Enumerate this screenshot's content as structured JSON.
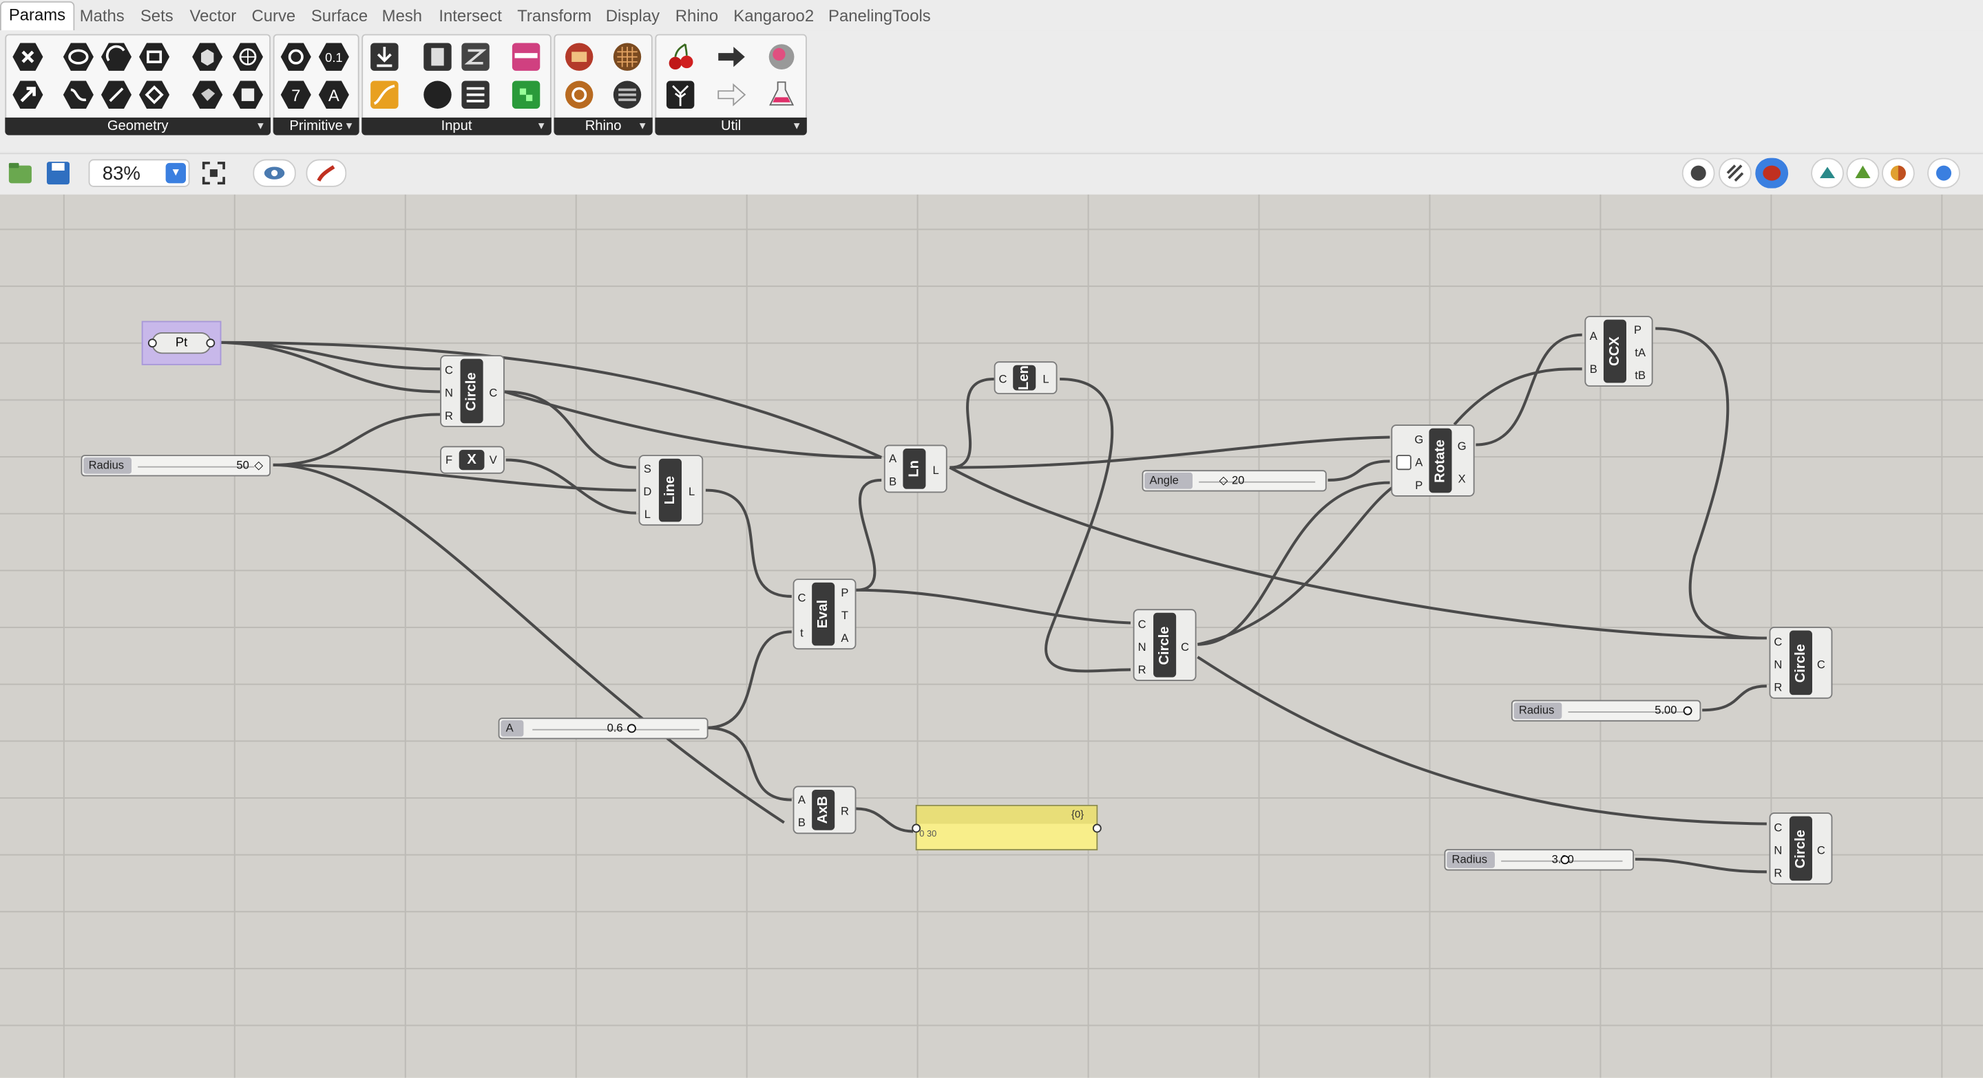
{
  "tabs": [
    "Params",
    "Maths",
    "Sets",
    "Vector",
    "Curve",
    "Surface",
    "Mesh",
    "Intersect",
    "Transform",
    "Display",
    "Rhino",
    "Kangaroo2",
    "PanelingTools"
  ],
  "ribbon_groups": [
    "Geometry",
    "Primitive",
    "Input",
    "Rhino",
    "Util"
  ],
  "toolbar": {
    "zoom": "83%"
  },
  "components": {
    "pt": {
      "label": "Pt"
    },
    "circle1": {
      "name": "Circle",
      "inputs": [
        "C",
        "N",
        "R"
      ],
      "outputs": [
        "C"
      ]
    },
    "x_expr": {
      "name": "X",
      "in": "F",
      "out": "V"
    },
    "line": {
      "name": "Line",
      "inputs": [
        "S",
        "D",
        "L"
      ],
      "outputs": [
        "L"
      ]
    },
    "ln": {
      "name": "Ln",
      "inputs": [
        "A",
        "B"
      ],
      "outputs": [
        "L"
      ]
    },
    "len": {
      "name": "Len",
      "in": "C",
      "out": "L"
    },
    "eval": {
      "name": "Eval",
      "inputs": [
        "C",
        "t"
      ],
      "outputs": [
        "P",
        "T",
        "A"
      ]
    },
    "axb": {
      "name": "AxB",
      "inputs": [
        "A",
        "B"
      ],
      "outputs": [
        "R"
      ]
    },
    "circle2": {
      "name": "Circle",
      "inputs": [
        "C",
        "N",
        "R"
      ],
      "outputs": [
        "C"
      ]
    },
    "rotate": {
      "name": "Rotate",
      "inputs": [
        "G",
        "A",
        "P"
      ],
      "outputs": [
        "G",
        "X"
      ]
    },
    "ccx": {
      "name": "CCX",
      "inputs": [
        "A",
        "B"
      ],
      "outputs": [
        "P",
        "tA",
        "tB"
      ]
    },
    "circle3": {
      "name": "Circle",
      "inputs": [
        "C",
        "N",
        "R"
      ],
      "outputs": [
        "C"
      ]
    },
    "circle4": {
      "name": "Circle",
      "inputs": [
        "C",
        "N",
        "R"
      ],
      "outputs": [
        "C"
      ]
    }
  },
  "sliders": {
    "radius1": {
      "label": "Radius",
      "value": "50"
    },
    "angle": {
      "label": "Angle",
      "value": "20"
    },
    "a": {
      "label": "A",
      "value": "0.6"
    },
    "radius2": {
      "label": "Radius",
      "value": "5.00"
    },
    "radius3": {
      "label": "Radius",
      "value": "3.00"
    }
  },
  "panel": {
    "header": "{0}",
    "value": "0 30"
  },
  "colors": {
    "canvas": "#d3d1cc",
    "panel_yellow": "#f8ee8a",
    "pt_highlight": "#c8b8ea",
    "accent_blue": "#3a7fe0"
  }
}
